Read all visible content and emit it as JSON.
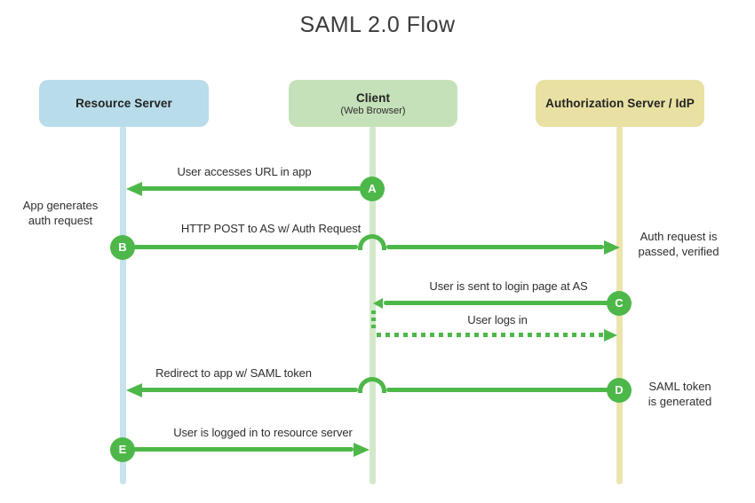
{
  "title": "SAML 2.0 Flow",
  "colors": {
    "arrow_green": "#4db849",
    "resource_box": "#b8dce9",
    "resource_line": "#c6e3ee",
    "client_box": "#c5e1b9",
    "client_line": "#d3e8c9",
    "authorization_box": "#e9e0a3",
    "authorization_line": "#ede4ad",
    "text_dark": "#2e2e2e"
  },
  "actors": [
    {
      "id": "resource-server",
      "title": "Resource Server",
      "subtitle": ""
    },
    {
      "id": "client",
      "title": "Client",
      "subtitle": "(Web Browser)"
    },
    {
      "id": "authorization-server",
      "title": "Authorization Server / IdP",
      "subtitle": ""
    }
  ],
  "messages": {
    "a": {
      "letter": "A",
      "label": "User accesses URL in app",
      "from": "client",
      "to": "resource-server",
      "style": "solid"
    },
    "b": {
      "letter": "B",
      "label": "HTTP POST to AS w/ Auth Request",
      "from": "resource-server",
      "to": "authorization-server",
      "style": "solid"
    },
    "c": {
      "letter": "C",
      "label": "User is sent to login page at AS",
      "from": "authorization-server",
      "to": "client",
      "style": "solid"
    },
    "login": {
      "letter": "",
      "label": "User logs in",
      "from": "client",
      "to": "authorization-server",
      "style": "dotted"
    },
    "d": {
      "letter": "D",
      "label": "Redirect to app w/ SAML token",
      "from": "authorization-server",
      "to": "resource-server",
      "style": "solid"
    },
    "e": {
      "letter": "E",
      "label": "User is logged in to resource server",
      "from": "resource-server",
      "to": "client",
      "style": "solid"
    }
  },
  "notes": {
    "app_generates": {
      "line1": "App generates",
      "line2": "auth request",
      "side": "left"
    },
    "auth_passed": {
      "line1": "Auth request is",
      "line2": "passed, verified",
      "side": "right"
    },
    "saml_generated": {
      "line1": "SAML token",
      "line2": "is generated",
      "side": "right"
    }
  }
}
